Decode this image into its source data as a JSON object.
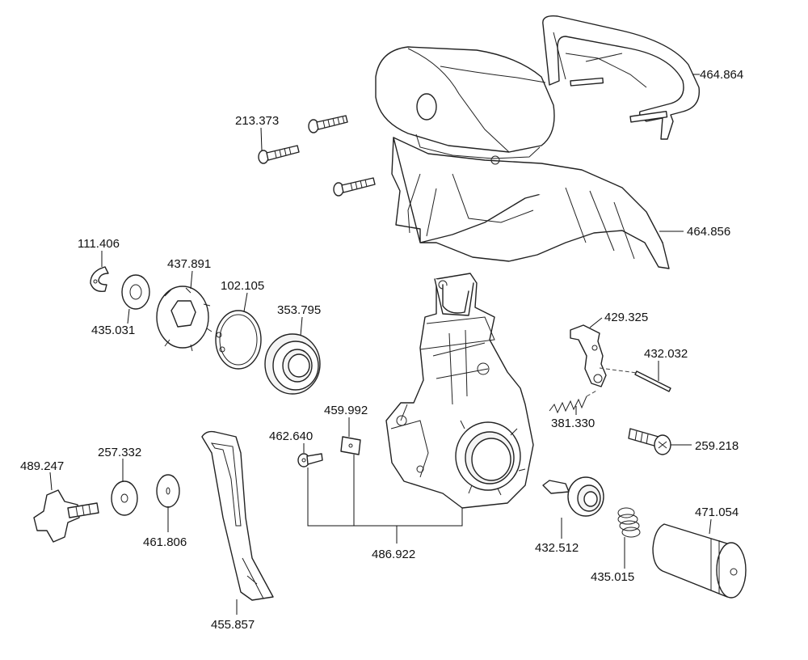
{
  "labels": {
    "l213373": "213.373",
    "l464864": "464.864",
    "l464856": "464.856",
    "l111406": "111.406",
    "l437891": "437.891",
    "l102105": "102.105",
    "l353795": "353.795",
    "l435031": "435.031",
    "l429325": "429.325",
    "l432032": "432.032",
    "l381330": "381.330",
    "l259218": "259.218",
    "l459992": "459.992",
    "l462640": "462.640",
    "l489247": "489.247",
    "l257332": "257.332",
    "l461806": "461.806",
    "l455857": "455.857",
    "l486922": "486.922",
    "l432512": "432.512",
    "l435015": "435.015",
    "l471054": "471.054"
  },
  "style": {
    "ink": "#222222",
    "background": "#ffffff"
  }
}
